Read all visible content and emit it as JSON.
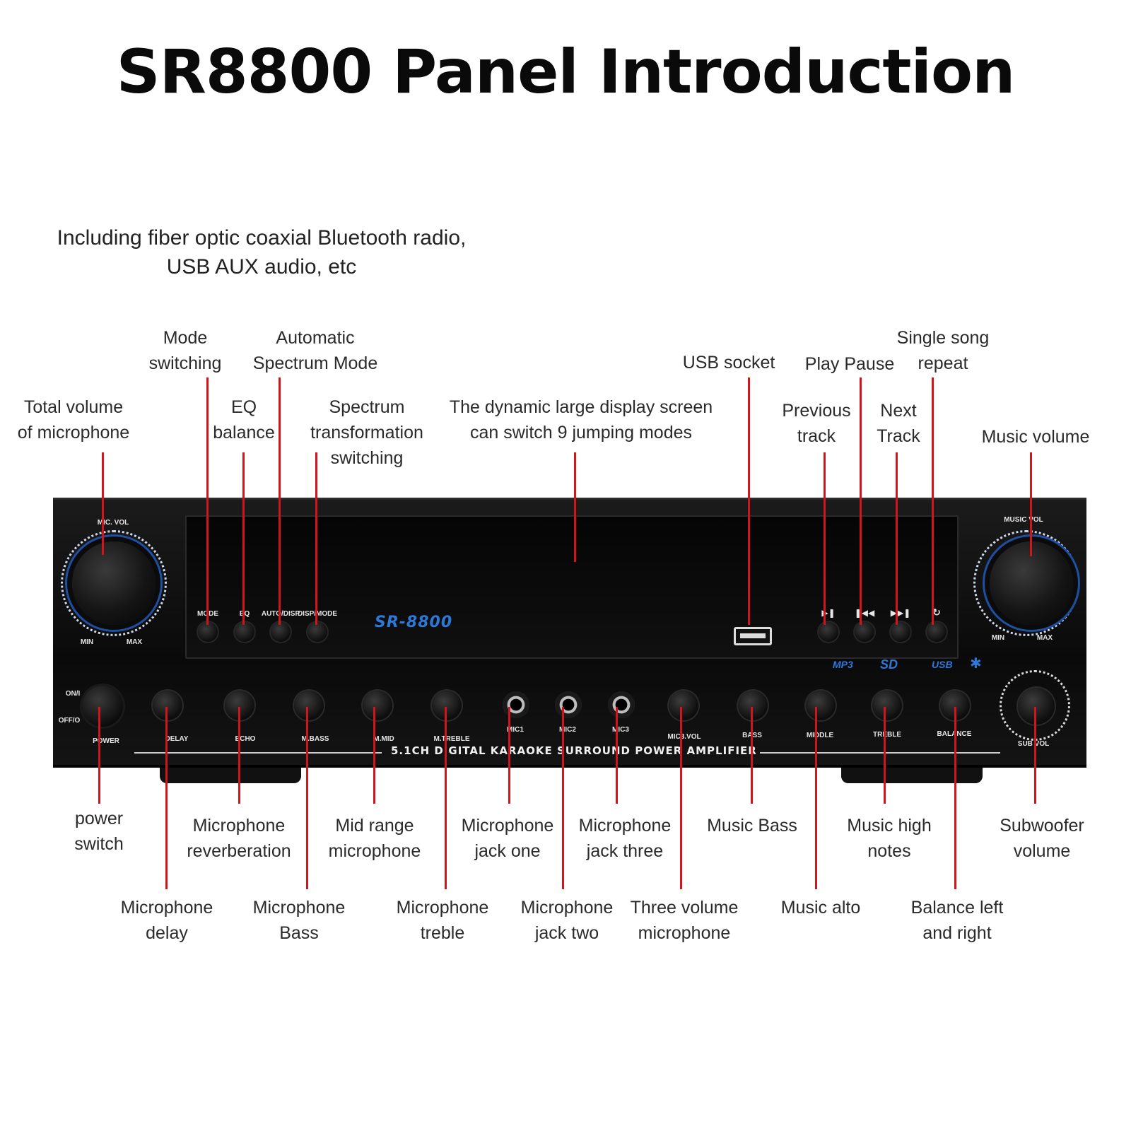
{
  "title": "SR8800 Panel Introduction",
  "subtitle": "Including fiber optic coaxial Bluetooth radio,\nUSB AUX audio, etc",
  "labels": {
    "mode_switching": "Mode\nswitching",
    "auto_spectrum": "Automatic\nSpectrum Mode",
    "total_mic_volume": "Total volume\nof microphone",
    "eq_balance": "EQ\nbalance",
    "spectrum_switching": "Spectrum\ntransformation\nswitching",
    "display_screen": "The dynamic large display screen\ncan switch 9 jumping modes",
    "usb_socket": "USB socket",
    "play_pause": "Play Pause",
    "single_repeat": "Single song\nrepeat",
    "previous_track": "Previous\ntrack",
    "next_track": "Next\nTrack",
    "music_volume": "Music volume",
    "power_switch": "power\nswitch",
    "mic_reverb": "Microphone\nreverberation",
    "mid_range_mic": "Mid range\nmicrophone",
    "mic_jack_one": "Microphone\njack one",
    "mic_jack_three": "Microphone\njack three",
    "music_bass": "Music Bass",
    "music_high": "Music high\nnotes",
    "subwoofer_volume": "Subwoofer\nvolume",
    "mic_delay": "Microphone\ndelay",
    "mic_bass": "Microphone\nBass",
    "mic_treble": "Microphone\ntreble",
    "mic_jack_two": "Microphone\njack two",
    "three_volume_mic": "Three volume\nmicrophone",
    "music_alto": "Music alto",
    "balance": "Balance left\nand right"
  },
  "panel": {
    "mic_vol": "MIC. VOL",
    "music_vol": "MUSIC VOL",
    "min": "MIN",
    "max": "MAX",
    "buttons": [
      "MODE",
      "EQ",
      "AUTO/DISP",
      "DISP/MODE"
    ],
    "brand": "SR-8800",
    "on": "ON/I",
    "off": "OFF/O",
    "power": "POWER",
    "knobs": [
      "DELAY",
      "ECHO",
      "M.BASS",
      "M.MID",
      "M.TREBLE",
      "MIC3.VOL",
      "BASS",
      "MIDDLE",
      "TREBLE",
      "BALANCE",
      "SUB VOL"
    ],
    "jacks": [
      "MIC1",
      "MIC2",
      "MIC3"
    ],
    "strip": "5.1CH DIGITAL KARAOKE SURROUND POWER AMPLIFIER",
    "logos": [
      "MP3",
      "SD",
      "USB"
    ],
    "media_icons": [
      "play-pause-icon",
      "previous-icon",
      "next-icon",
      "repeat-icon"
    ]
  },
  "colors": {
    "leader": "#d0161c",
    "accent_blue": "#2d78d8"
  }
}
